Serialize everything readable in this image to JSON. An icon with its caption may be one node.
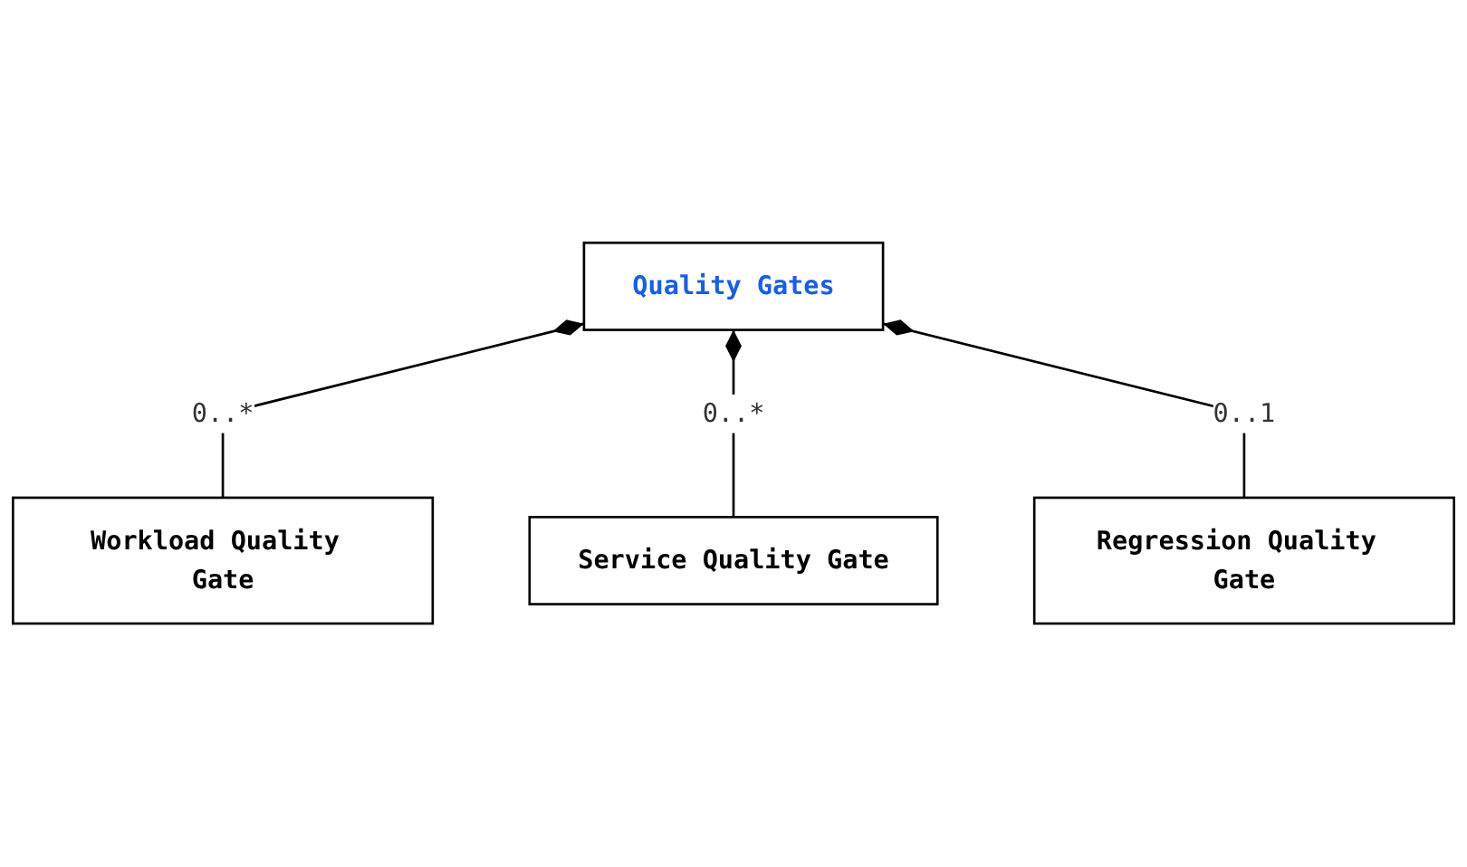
{
  "diagram": {
    "nodes": [
      {
        "text": [
          "Workload Quality Gate"
        ]
      },
      {
        "text": [
          "Quality Gates"
        ]
      },
      {
        "text": [
          "Service Quality Gate"
        ]
      },
      {
        "text": [
          "Regression Quality Gate"
        ]
      }
    ],
    "edges": [
      {
        "from": 1,
        "to": 0,
        "arrow": "other",
        "label": "0..*"
      },
      {
        "from": 1,
        "to": 2,
        "arrow": "other",
        "label": "0..*"
      },
      {
        "from": 1,
        "to": 3,
        "arrow": "other",
        "label": "0..1"
      }
    ]
  }
}
